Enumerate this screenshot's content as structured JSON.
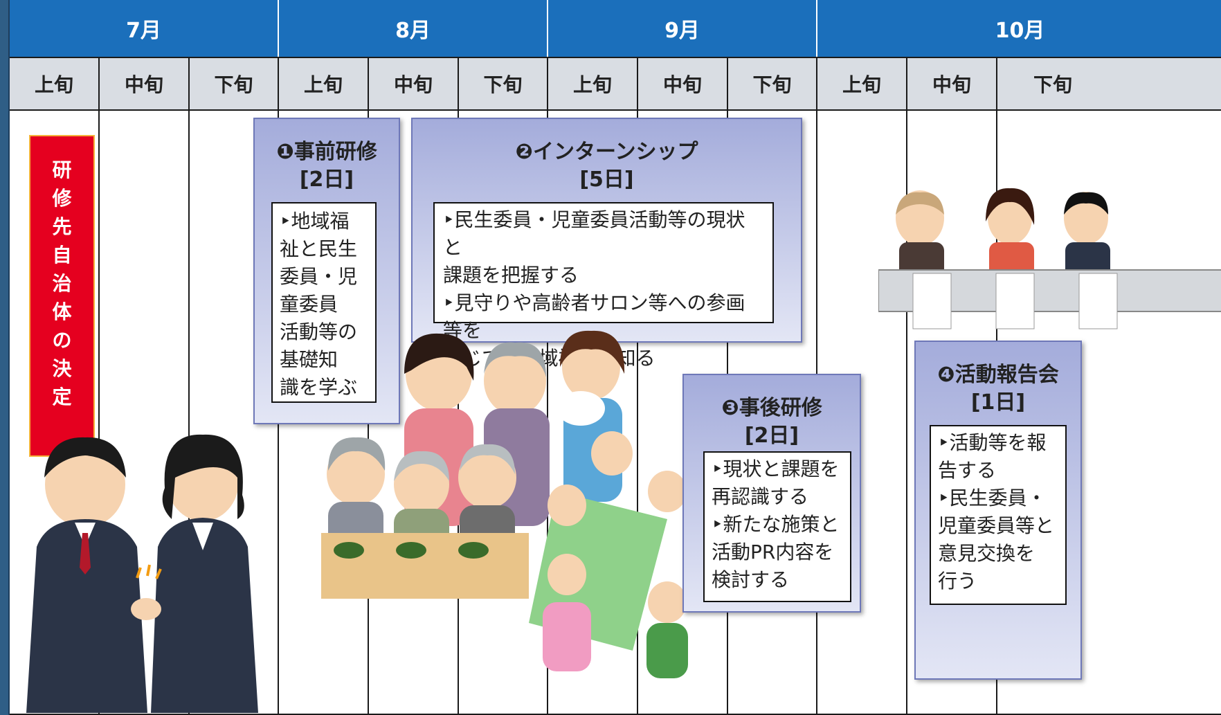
{
  "months": [
    "7月",
    "8月",
    "9月",
    "10月"
  ],
  "periods": [
    "上旬",
    "中旬",
    "下旬"
  ],
  "decision_chars": [
    "研",
    "修",
    "先",
    "自",
    "治",
    "体",
    "の",
    "決",
    "定"
  ],
  "phases": {
    "pre_training": {
      "title": "❶事前研修",
      "days": "[2日]",
      "lines": [
        "‣地域福",
        "祉と民生",
        "委員・児",
        "童委員",
        "活動等の",
        "基礎知",
        "識を学ぶ"
      ]
    },
    "internship": {
      "title": "❷インターンシップ",
      "days": "[5日]",
      "lines": [
        "‣民生委員・児童委員活動等の現状と",
        "課題を把握する",
        "‣見守りや高齢者サロン等への参画等を",
        "通じて、地域福祉を知る"
      ]
    },
    "post_training": {
      "title": "❸事後研修",
      "days": "[2日]",
      "lines": [
        "‣現状と課題を",
        "再認識する",
        "‣新たな施策と",
        "活動PR内容を",
        "検討する"
      ]
    },
    "report": {
      "title": "❹活動報告会",
      "days": "[1日]",
      "lines": [
        "‣活動等を報",
        "告する",
        "‣民生委員・",
        "児童委員等と",
        "意見交換を",
        "行う"
      ]
    }
  },
  "colors": {
    "month_header": "#1b6fbb",
    "period_header": "#d9dde3",
    "decision_bar": "#e5001f",
    "phase_box": "#a4acdb"
  }
}
